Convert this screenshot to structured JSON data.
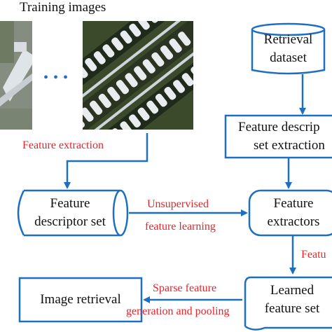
{
  "header": {
    "training_images_label": "Training images"
  },
  "separator_dots": "•  •  •",
  "nodes": {
    "retrieval_dataset": {
      "line1": "Retrieval",
      "line2": "dataset"
    },
    "feature_descriptor_set_extraction": {
      "line1": "Feature descrip",
      "line2": "set extraction"
    },
    "feature_descriptor_set": {
      "line1": "Feature",
      "line2": "descriptor set"
    },
    "feature_extractors": {
      "line1": "Feature",
      "line2": "extractors"
    },
    "learned_feature_set": {
      "line1": "Learned",
      "line2": "feature set"
    },
    "image_retrieval": {
      "line1": "Image retrieval"
    }
  },
  "edge_labels": {
    "feature_extraction": "Feature extraction",
    "unsupervised_line1": "Unsupervised",
    "unsupervised_line2": "feature learning",
    "feature_cut": "Featu",
    "sparse_line1": "Sparse feature",
    "sparse_line2": "generation and pooling"
  },
  "colors": {
    "arrow": "#1f6fc1",
    "edge_label": "#e8232a",
    "box_border": "#1f6fc1"
  }
}
